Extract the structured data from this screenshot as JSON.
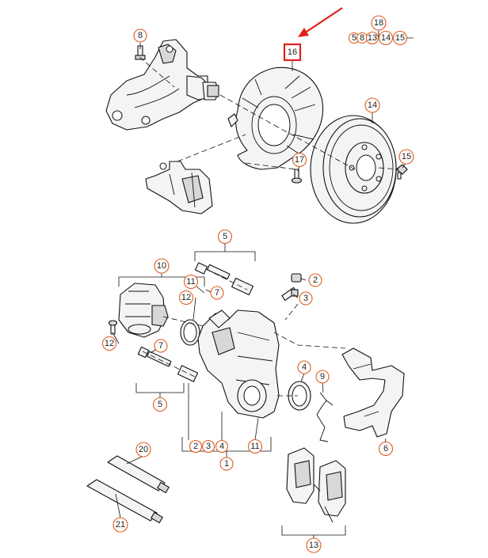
{
  "colors": {
    "callout_ring": "#e05a1c",
    "highlight": "#e0201c",
    "line": "#111111"
  },
  "highlighted_part": "16",
  "callouts": {
    "c8": "8",
    "c16": "16",
    "c18": "18",
    "c5": "5",
    "c8b": "8",
    "c13": "13",
    "c14a": "14",
    "c15a": "15",
    "c14": "14",
    "c15": "15",
    "c17": "17",
    "c5top": "5",
    "c10": "10",
    "c11a": "11",
    "c12a": "12",
    "c7a": "7",
    "c2a": "2",
    "c3a": "3",
    "c12b": "12",
    "c7b": "7",
    "c5bot": "5",
    "c4": "4",
    "c9": "9",
    "c6": "6",
    "c2b": "2",
    "c3b": "3",
    "c4b": "4",
    "c11b": "11",
    "c1": "1",
    "c20": "20",
    "c21": "21",
    "c13b": "13"
  }
}
